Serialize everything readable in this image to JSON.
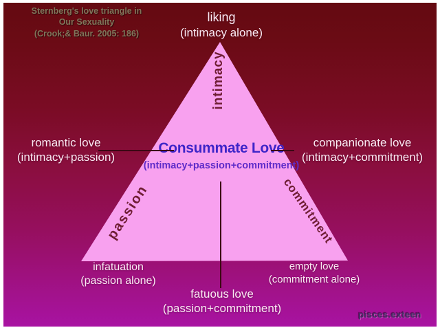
{
  "citation": {
    "lines": [
      "Sternberg's love triangle in",
      "Our Sexuality",
      "(Crook;& Baur. 2005: 186)"
    ]
  },
  "triangle": {
    "components": {
      "top_edge": "intimacy",
      "left_edge": "passion",
      "right_edge": "commitment"
    },
    "center": {
      "name": "Consummate Love",
      "formula": "(intimacy+passion+commitment)"
    },
    "corners": {
      "top": {
        "name": "liking",
        "formula": "(intimacy alone)"
      },
      "bottom_left": {
        "name": "infatuation",
        "formula": "(passion alone)"
      },
      "bottom_right": {
        "name": "empty love",
        "formula": "(commitment alone)"
      }
    },
    "edge_midpoints": {
      "left": {
        "name": "romantic love",
        "formula": "(intimacy+passion)"
      },
      "right": {
        "name": "companionate love",
        "formula": "(intimacy+commitment)"
      },
      "bottom": {
        "name": "fatuous love",
        "formula": "(passion+commitment)"
      }
    }
  },
  "watermark": "pisces.exteen",
  "colors": {
    "background_top": "#640a11",
    "background_bottom": "#a813a2",
    "triangle_fill": "#f8a1ef",
    "center_text": "#3e25c8",
    "edge_component_text": "#6f1d33",
    "white_text": "#fbeaf3",
    "citation_text": "#80755a",
    "connector_line": "#3c0713"
  }
}
